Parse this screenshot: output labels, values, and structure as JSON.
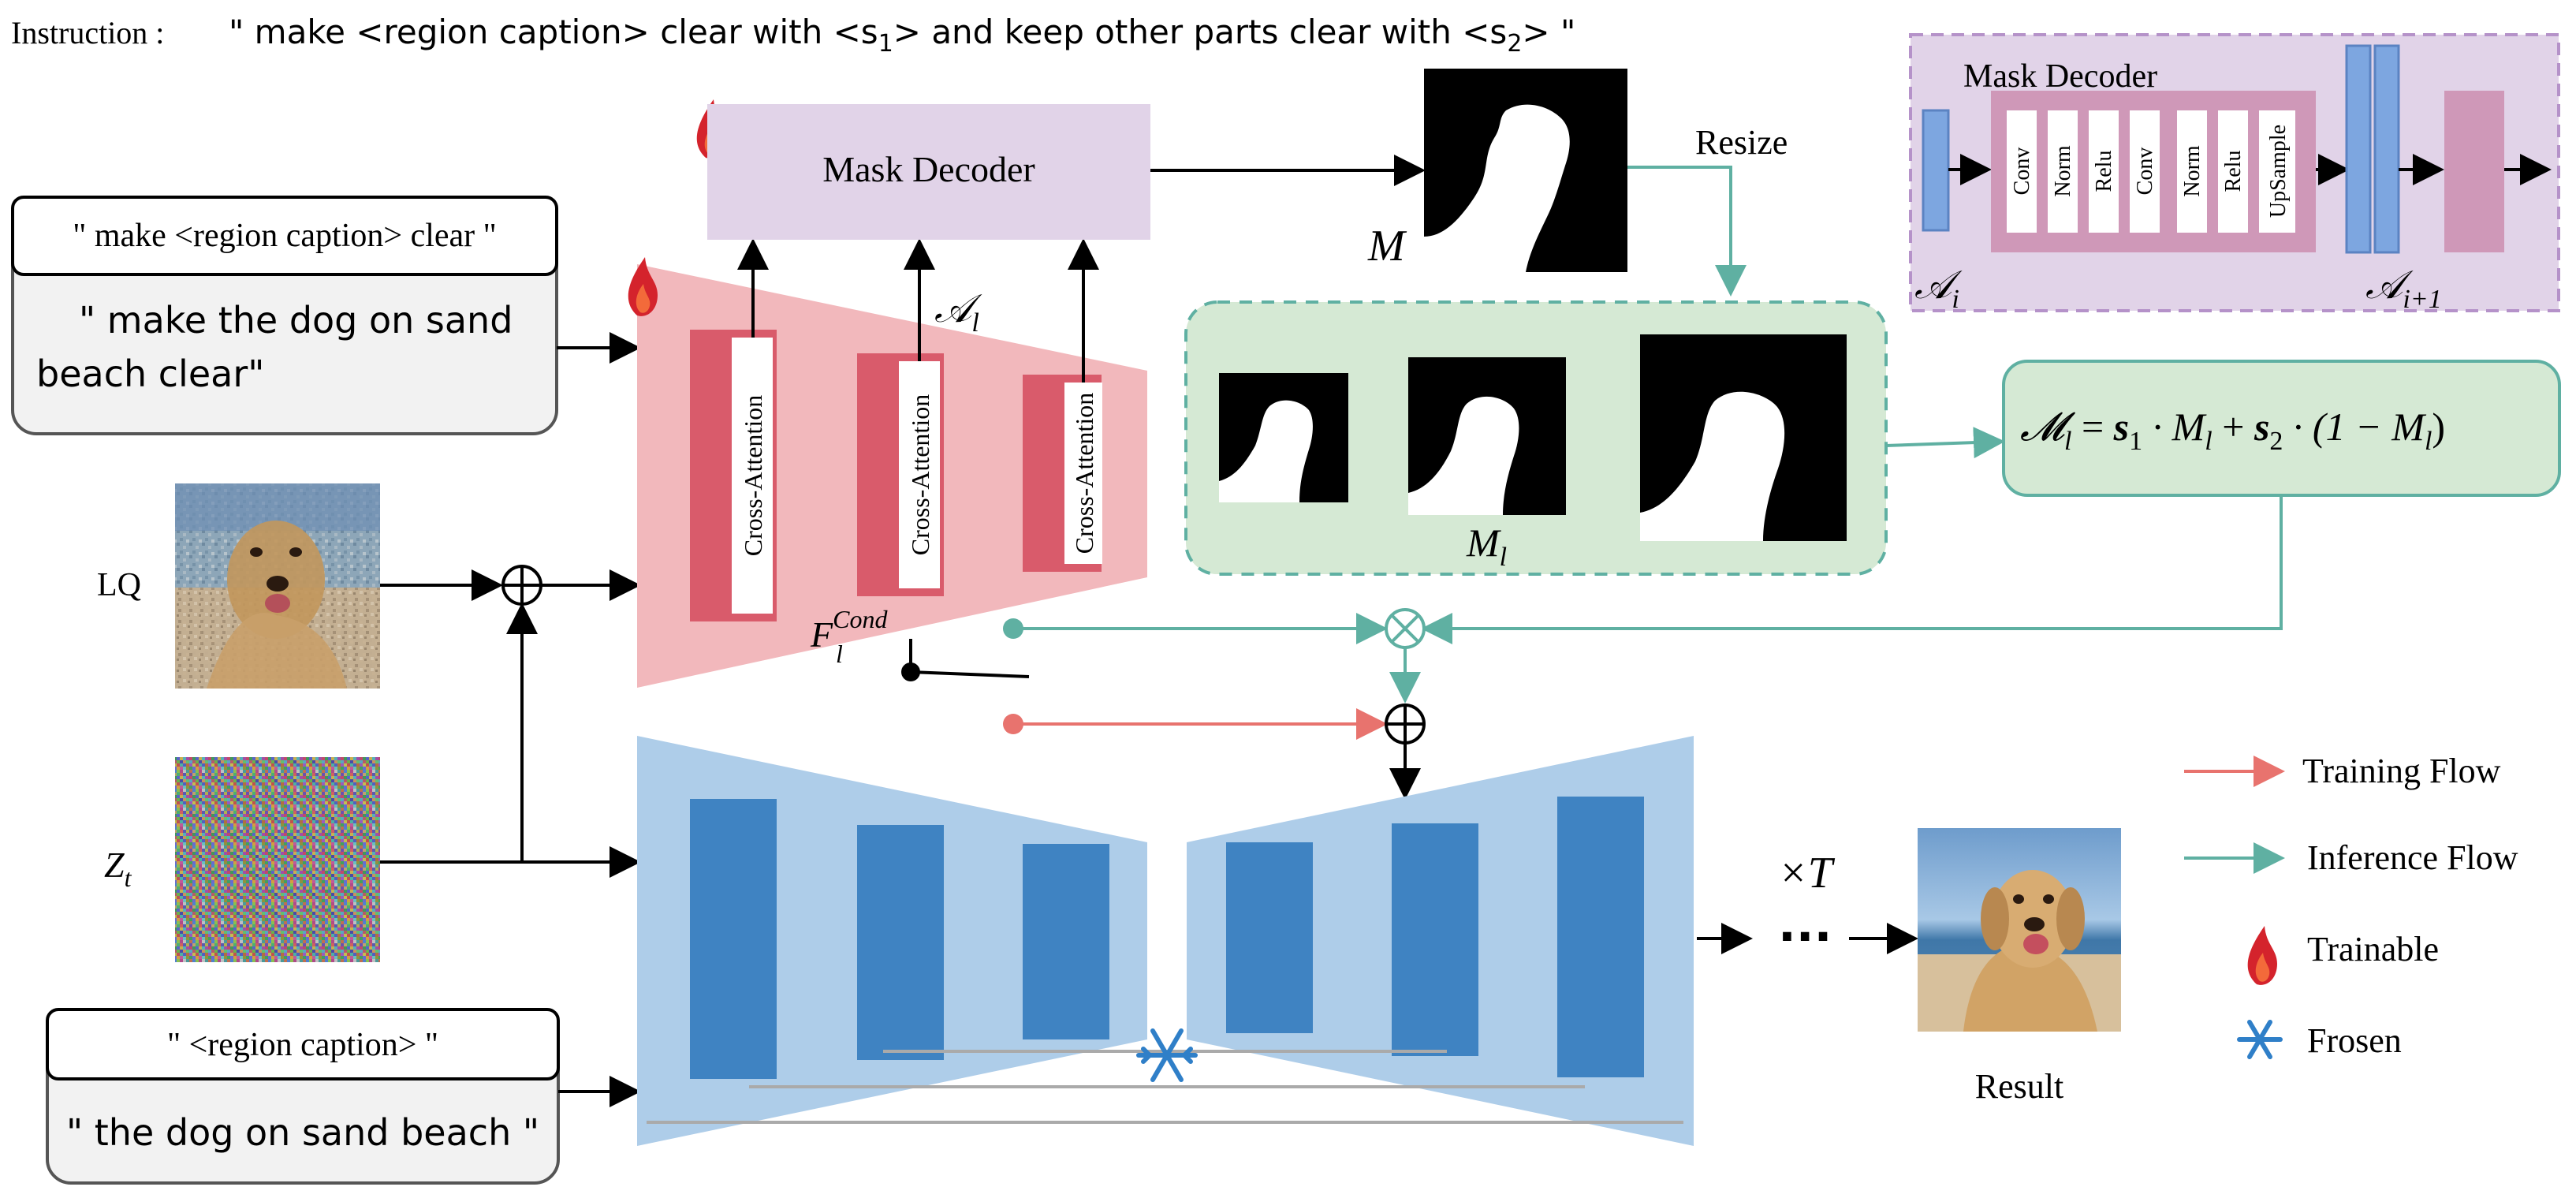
{
  "instruction": {
    "label": "Instruction :",
    "text_a": "\" make <region caption> clear with <s",
    "sub1": "1",
    "text_b": "> and keep other parts clear with <s",
    "sub2": "2",
    "text_c": "> \""
  },
  "prompt_top": {
    "template": "\" make <region caption> clear \"",
    "filled_line1": "\" make the dog on sand",
    "filled_line2": "beach clear\""
  },
  "prompt_bottom": {
    "template": "\" <region caption> \"",
    "filled": "\" the dog on sand beach \""
  },
  "inputs": {
    "lq_label": "LQ",
    "zt_label": "Z",
    "zt_sub": "t"
  },
  "control_branch": {
    "mask_decoder_label": "Mask Decoder",
    "attention_label": "Cross-Attention",
    "a_l_label": "𝒜",
    "a_l_sub": "l",
    "f_cond_label": "F",
    "f_cond_sub": "l",
    "f_cond_sup": "Cond"
  },
  "mask": {
    "m_label": "M",
    "resize_label": "Resize",
    "ml_label": "M",
    "ml_sub": "l",
    "formula": {
      "lhs": "𝓜",
      "lhs_sub": "l",
      "eq": " = ",
      "s1": "s",
      "s1_sub": "1",
      "dot_m": " · M",
      "m_sub": "l",
      "plus": " + ",
      "s2": "s",
      "s2_sub": "2",
      "tail": " · (1 − M",
      "tail_sub": "l",
      "close": ")"
    }
  },
  "inset": {
    "title": "Mask Decoder",
    "layers": [
      "Conv",
      "Norm",
      "Relu",
      "Conv",
      "Norm",
      "Relu",
      "UpSample"
    ],
    "a_i": "𝒜",
    "a_i_sub": "i",
    "a_i1_sub": "i+1"
  },
  "output": {
    "times_t": "×T",
    "dots": "···",
    "result_label": "Result"
  },
  "legend": {
    "training": "Training Flow",
    "inference": "Inference Flow",
    "trainable": "Trainable",
    "frozen": "Frosen"
  },
  "colors": {
    "training_flow": "#e8736e",
    "inference_flow": "#5fb0a2",
    "mask_decoder_fill": "#e1d3e8",
    "control_fill": "#f2b8bc",
    "control_bar": "#d95b6b",
    "unet_fill": "#aecde9",
    "unet_bar": "#3f83c2",
    "mask_panel_fill": "#d5e9d4",
    "inset_fill": "#e1d3e8",
    "inset_block": "#cf98b8",
    "inset_feature": "#7da6e0"
  }
}
